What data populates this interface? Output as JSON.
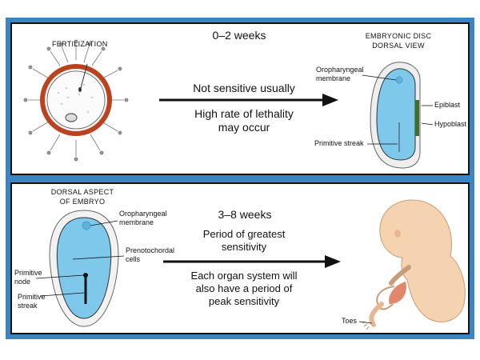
{
  "top": {
    "fertilization_label": "FERTILIZATION",
    "period": "0–2 weeks",
    "line1": "Not sensitive usually",
    "line2a": "High rate of lethality",
    "line2b": "may occur",
    "disc_title_1": "EMBRYONIC DISC",
    "disc_title_2": "DORSAL VIEW",
    "oro_1": "Oropharyngeal",
    "oro_2": "membrane",
    "epiblast": "Epiblast",
    "hypoblast": "Hypoblast",
    "primitive_streak": "Primitive streak"
  },
  "bottom": {
    "dorsal_1": "DORSAL ASPECT",
    "dorsal_2": "OF EMBRYO",
    "period": "3–8 weeks",
    "line1a": "Period of greatest",
    "line1b": "sensitivity",
    "line2a": "Each organ system will",
    "line2b": "also have a period of",
    "line2c": "peak sensitivity",
    "oro_1": "Oropharyngeal",
    "oro_2": "membrane",
    "preno_1": "Prenotochordal",
    "preno_2": "cells",
    "node_1": "Primitive",
    "node_2": "node",
    "streak_1": "Primitive",
    "streak_2": "streak",
    "toes": "Toes"
  },
  "colors": {
    "frame_blue": "#3a86c4",
    "embryo_blue": "#7ec8ec",
    "zona_red": "#b8431e",
    "fetus_skin": "#f6d3b0"
  }
}
